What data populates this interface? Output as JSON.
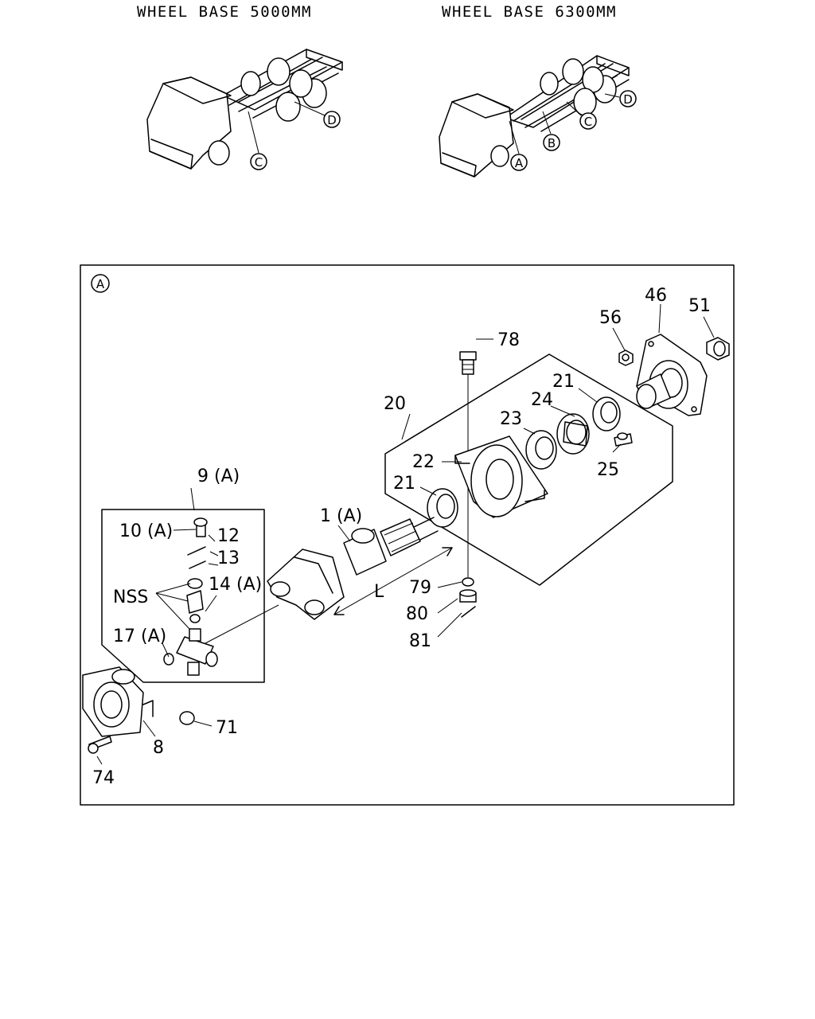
{
  "headers": {
    "left": "WHEEL BASE 5000MM",
    "right": "WHEEL BASE 6300MM"
  },
  "location_markers": {
    "left": [
      "C",
      "D"
    ],
    "right": [
      "A",
      "B",
      "C",
      "D"
    ]
  },
  "detail_view": {
    "marker": "A",
    "part_labels": [
      "78",
      "46",
      "51",
      "56",
      "20",
      "21",
      "24",
      "23",
      "25",
      "22",
      "21",
      "9 (A)",
      "1 (A)",
      "10 (A)",
      "12",
      "13",
      "NSS",
      "14 (A)",
      "L",
      "79",
      "80",
      "81",
      "17 (A)",
      "71",
      "8",
      "74"
    ]
  }
}
